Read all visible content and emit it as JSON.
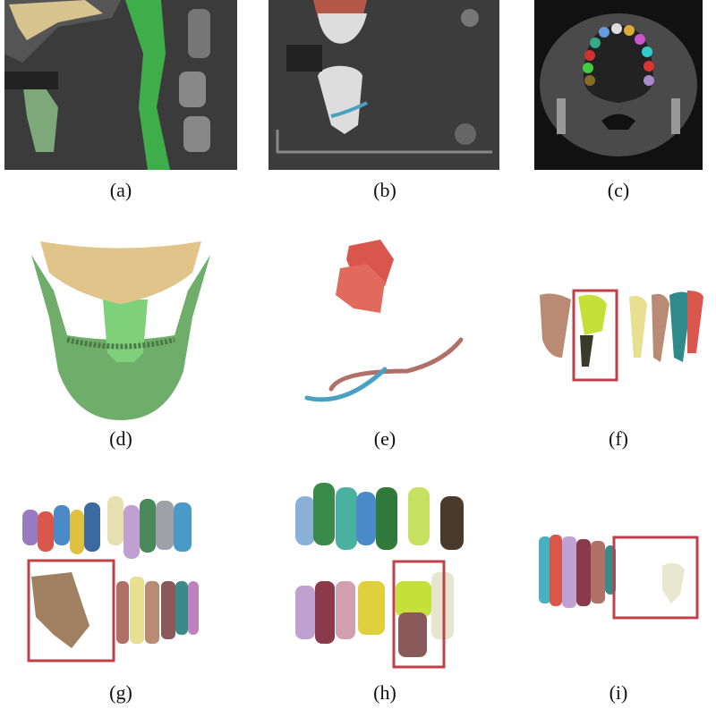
{
  "figure": {
    "panels": [
      {
        "id": "a",
        "label": "(a)"
      },
      {
        "id": "b",
        "label": "(b)"
      },
      {
        "id": "c",
        "label": "(c)"
      },
      {
        "id": "d",
        "label": "(d)"
      },
      {
        "id": "e",
        "label": "(e)"
      },
      {
        "id": "f",
        "label": "(f)"
      },
      {
        "id": "g",
        "label": "(g)"
      },
      {
        "id": "h",
        "label": "(h)"
      },
      {
        "id": "i",
        "label": "(i)"
      }
    ],
    "colors": {
      "ct_bg": "#3a3a3a",
      "bone_upper": "#e3c98a",
      "bone_lower": "#5fae5f",
      "airway": "#3fae4a",
      "highlight_box": "#c0404a",
      "nerve": "#4aa0c0",
      "canal": "#b07068",
      "teeth_red": "#d9564c"
    }
  }
}
